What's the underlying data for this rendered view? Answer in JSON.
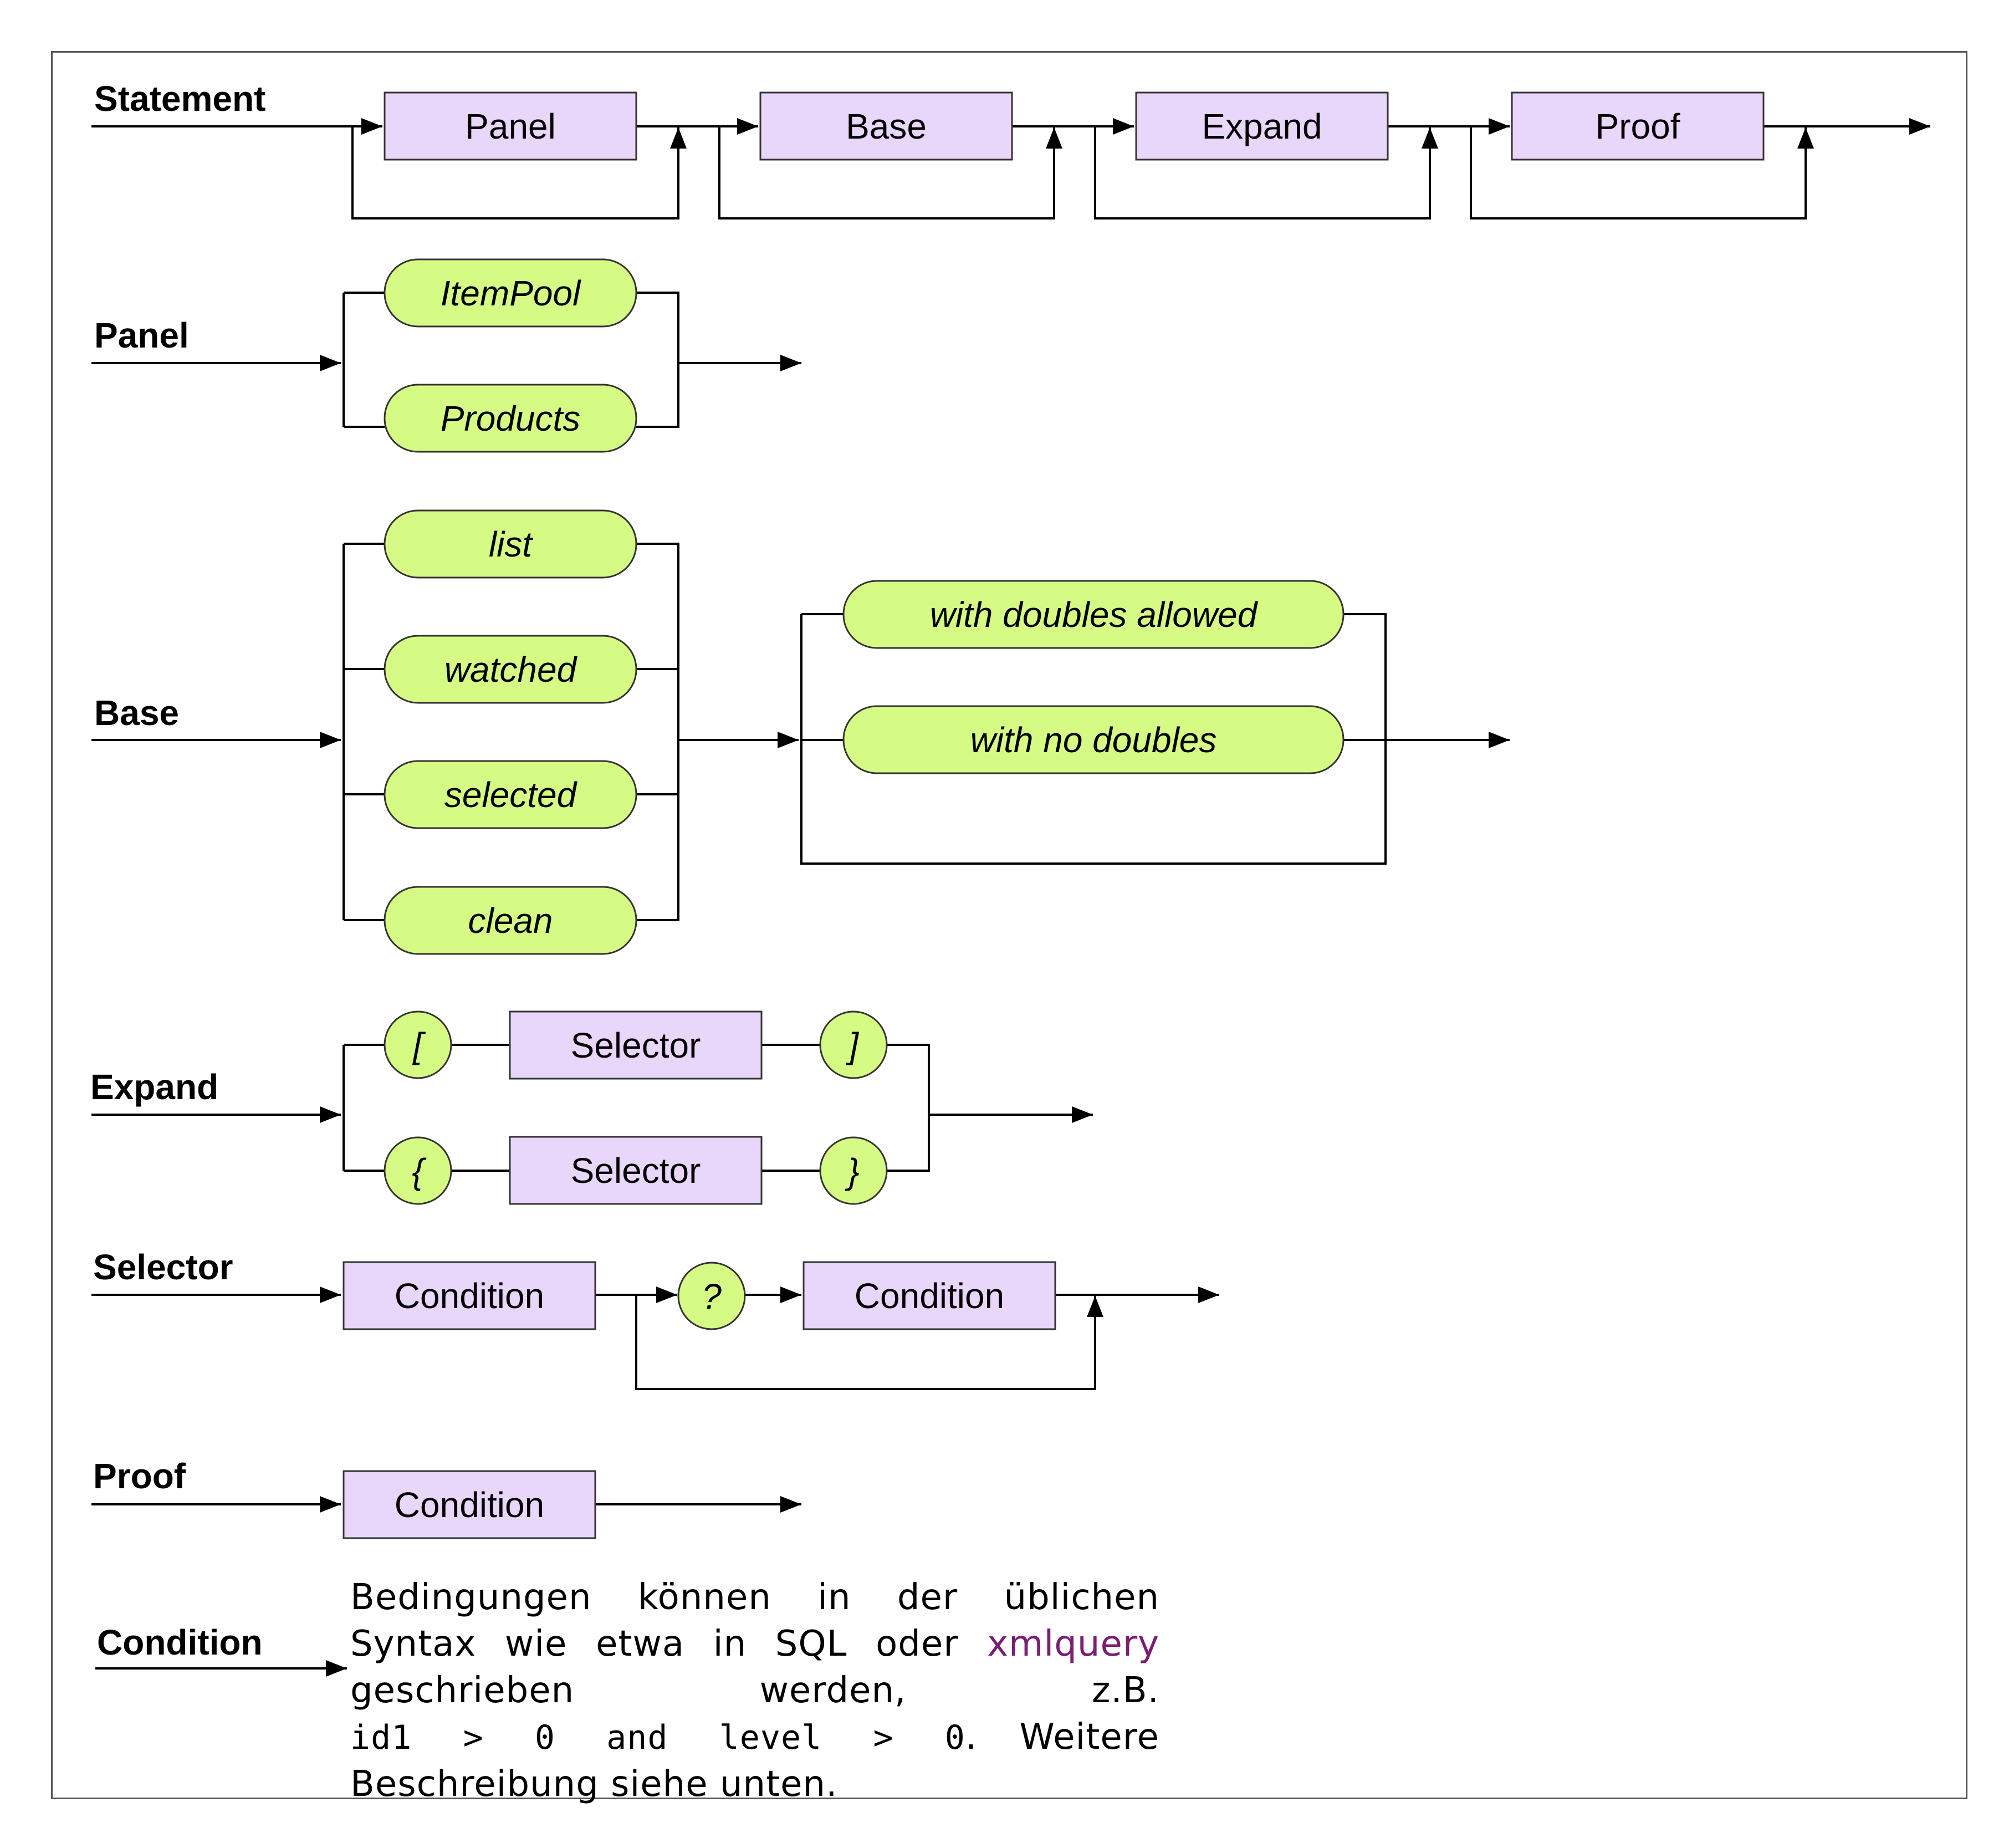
{
  "rules": {
    "statement": "Statement",
    "panel": "Panel",
    "base": "Base",
    "expand": "Expand",
    "selector": "Selector",
    "proof": "Proof",
    "condition": "Condition"
  },
  "statement_items": [
    "Panel",
    "Base",
    "Expand",
    "Proof"
  ],
  "panel_options": [
    "ItemPool",
    "Products"
  ],
  "base_options": [
    "list",
    "watched",
    "selected",
    "clean"
  ],
  "base_doubles": [
    "with doubles allowed",
    "with no doubles"
  ],
  "expand": {
    "bracket_open": "[",
    "bracket_close": "]",
    "brace_open": "{",
    "brace_close": "}",
    "selector": "Selector"
  },
  "selector": {
    "condition": "Condition",
    "question": "?"
  },
  "proof": {
    "condition": "Condition"
  },
  "condition_desc": {
    "part1": "Bedingungen können in der üblichen Syntax wie etwa in SQL oder ",
    "keyword": "xmlquery",
    "part2": " geschrieben werden, z.B. ",
    "example": "id1 > 0 and level > 0",
    "part3": ". Weitere Beschreibung siehe unten."
  }
}
